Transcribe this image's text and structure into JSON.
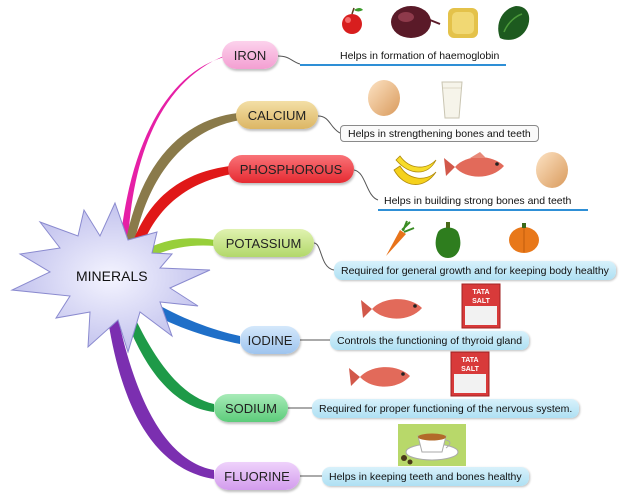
{
  "center": {
    "label": "MINERALS"
  },
  "nodes": [
    {
      "key": "iron",
      "label": "IRON",
      "color": "#f7a7d8",
      "branch_color": "#e620a6",
      "description": "Helps in formation of haemoglobin",
      "pictured_items": [
        "apple",
        "beetroot",
        "bread",
        "spinach"
      ]
    },
    {
      "key": "calcium",
      "label": "CALCIUM",
      "color": "#e4c480",
      "branch_color": "#8a7a4a",
      "description": "Helps in strengthening bones and teeth",
      "pictured_items": [
        "egg",
        "glass-of-milk"
      ]
    },
    {
      "key": "phosphorous",
      "label": "PHOSPHOROUS",
      "color": "#f0393f",
      "branch_color": "#e01818",
      "description": "Helps in building strong bones and teeth",
      "pictured_items": [
        "bananas",
        "fish",
        "egg"
      ]
    },
    {
      "key": "potassium",
      "label": "POTASSIUM",
      "color": "#bfe07a",
      "branch_color": "#97cf3a",
      "description": "Required for general growth and for keeping body healthy",
      "pictured_items": [
        "carrot",
        "green-pepper",
        "pumpkin"
      ]
    },
    {
      "key": "iodine",
      "label": "IODINE",
      "color": "#a8cdf0",
      "branch_color": "#1f6fc8",
      "description": "Controls the functioning of thyroid gland",
      "pictured_items": [
        "fish",
        "salt-packet"
      ]
    },
    {
      "key": "sodium",
      "label": "SODIUM",
      "color": "#6fd68a",
      "branch_color": "#1e9a48",
      "description": "Required for proper functioning of the nervous system.",
      "pictured_items": [
        "fish",
        "salt-packet"
      ]
    },
    {
      "key": "fluorine",
      "label": "FLUORINE",
      "color": "#dca8f0",
      "branch_color": "#7b2fb0",
      "description": "Helps in keeping teeth and bones healthy",
      "pictured_items": [
        "cup-of-tea"
      ]
    }
  ],
  "salt_packet_text": [
    "TATA",
    "SALT"
  ],
  "starburst_color": "#c4c4ee"
}
